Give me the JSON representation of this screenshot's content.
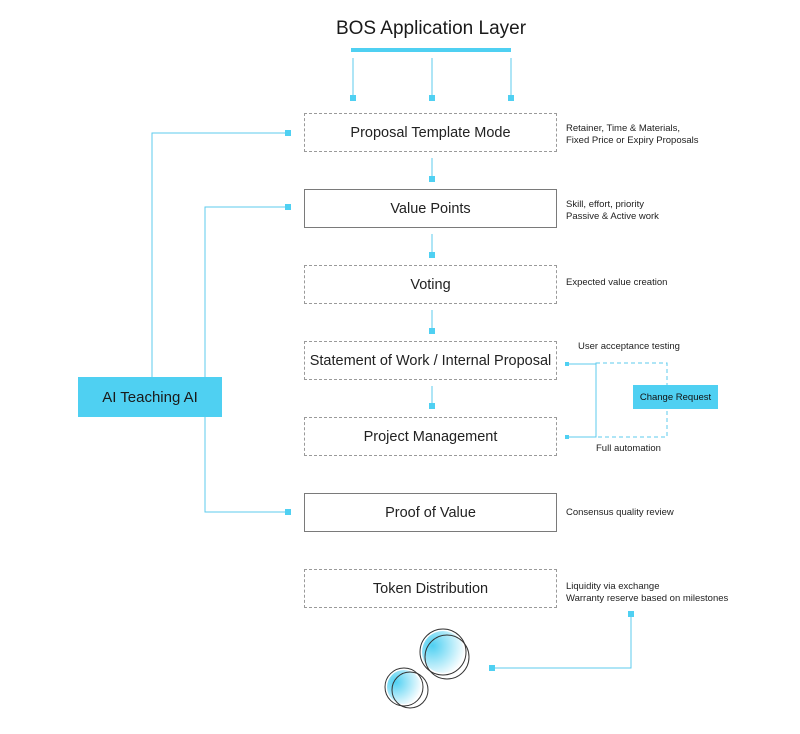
{
  "header": {
    "title": "BOS Application Layer"
  },
  "steps": [
    {
      "label": "Proposal Template Mode",
      "notes": [
        "Retainer, Time & Materials,",
        "Fixed Price or Expiry Proposals"
      ]
    },
    {
      "label": "Value Points",
      "notes": [
        "Skill, effort, priority",
        "Passive & Active work"
      ]
    },
    {
      "label": "Voting",
      "notes": [
        "Expected value creation"
      ]
    },
    {
      "label": "Statement of Work / Internal Proposal",
      "notes": []
    },
    {
      "label": "Project Management",
      "notes": []
    },
    {
      "label": "Proof of Value",
      "notes": [
        "Consensus quality review"
      ]
    },
    {
      "label": "Token Distribution",
      "notes": [
        "Liquidity via exchange",
        "Warranty reserve based on milestones"
      ]
    }
  ],
  "side": {
    "ai_label": "AI Teaching AI",
    "change_request_label": "Change Request",
    "uat_label": "User acceptance testing",
    "automation_label": "Full automation"
  },
  "colors": {
    "accent": "#4fd0f2",
    "line": "#5ccbee",
    "border": "#9a9a9a",
    "coin": "#333333"
  },
  "icons": {
    "tokens": "token-coins-icon"
  }
}
